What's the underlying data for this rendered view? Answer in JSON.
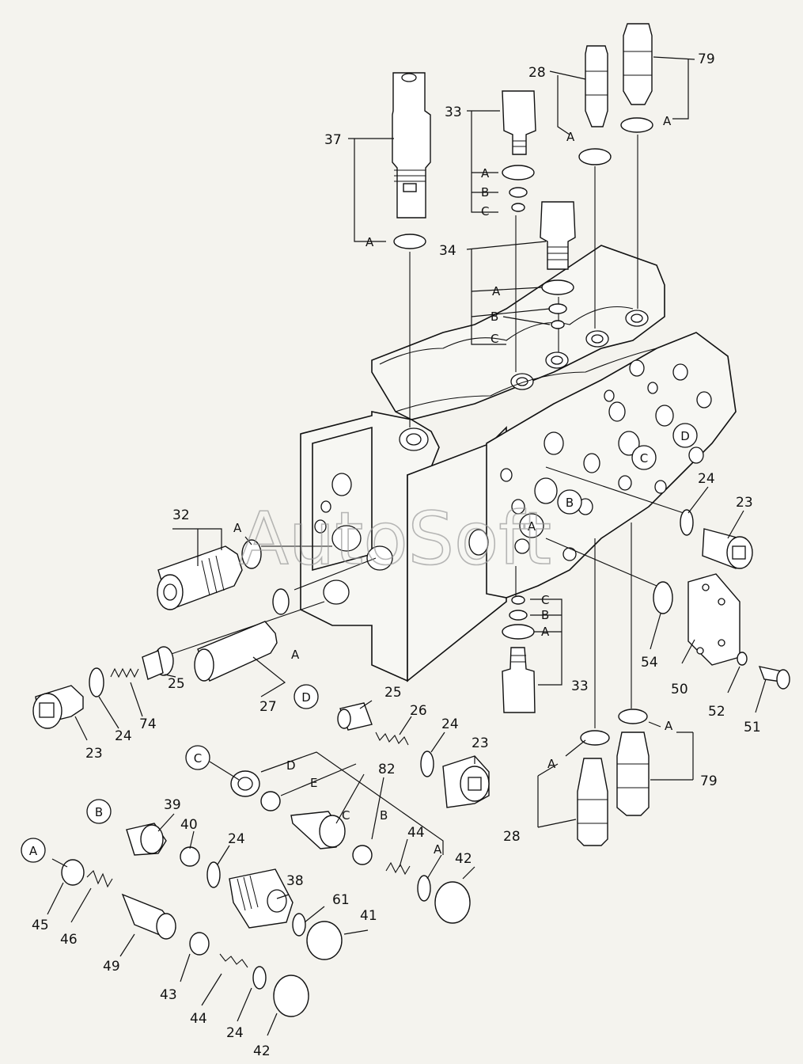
{
  "watermark": "AutoSoft",
  "part_labels": [
    {
      "id": "p37",
      "text": "37"
    },
    {
      "id": "p33a",
      "text": "33"
    },
    {
      "id": "p28a",
      "text": "28"
    },
    {
      "id": "p79a",
      "text": "79"
    },
    {
      "id": "p34",
      "text": "34"
    },
    {
      "id": "p32",
      "text": "32"
    },
    {
      "id": "p24a",
      "text": "24"
    },
    {
      "id": "p23a",
      "text": "23"
    },
    {
      "id": "p54",
      "text": "54"
    },
    {
      "id": "p50",
      "text": "50"
    },
    {
      "id": "p52",
      "text": "52"
    },
    {
      "id": "p51",
      "text": "51"
    },
    {
      "id": "p33b",
      "text": "33"
    },
    {
      "id": "p23b",
      "text": "23"
    },
    {
      "id": "p24b",
      "text": "24"
    },
    {
      "id": "p74",
      "text": "74"
    },
    {
      "id": "p25a",
      "text": "25"
    },
    {
      "id": "p27",
      "text": "27"
    },
    {
      "id": "p25b",
      "text": "25"
    },
    {
      "id": "p26",
      "text": "26"
    },
    {
      "id": "p24c",
      "text": "24"
    },
    {
      "id": "p23c",
      "text": "23"
    },
    {
      "id": "p82",
      "text": "82"
    },
    {
      "id": "p39",
      "text": "39"
    },
    {
      "id": "p40",
      "text": "40"
    },
    {
      "id": "p24d",
      "text": "24"
    },
    {
      "id": "p44a",
      "text": "44"
    },
    {
      "id": "p42a",
      "text": "42"
    },
    {
      "id": "p38",
      "text": "38"
    },
    {
      "id": "p61",
      "text": "61"
    },
    {
      "id": "p41",
      "text": "41"
    },
    {
      "id": "p45",
      "text": "45"
    },
    {
      "id": "p46",
      "text": "46"
    },
    {
      "id": "p49",
      "text": "49"
    },
    {
      "id": "p43",
      "text": "43"
    },
    {
      "id": "p44b",
      "text": "44"
    },
    {
      "id": "p24e",
      "text": "24"
    },
    {
      "id": "p42b",
      "text": "42"
    },
    {
      "id": "p28b",
      "text": "28"
    },
    {
      "id": "p79b",
      "text": "79"
    }
  ],
  "seal_labels": [
    {
      "id": "s37A",
      "text": "A"
    },
    {
      "id": "s33A",
      "text": "A"
    },
    {
      "id": "s33B",
      "text": "B"
    },
    {
      "id": "s33C",
      "text": "C"
    },
    {
      "id": "s28A",
      "text": "A"
    },
    {
      "id": "s79A",
      "text": "A"
    },
    {
      "id": "s34A",
      "text": "A"
    },
    {
      "id": "s34B",
      "text": "B"
    },
    {
      "id": "s34C",
      "text": "C"
    },
    {
      "id": "s32A",
      "text": "A"
    },
    {
      "id": "s27A",
      "text": "A"
    },
    {
      "id": "s33bC",
      "text": "C"
    },
    {
      "id": "s33bB",
      "text": "B"
    },
    {
      "id": "s33bA",
      "text": "A"
    },
    {
      "id": "s82D",
      "text": "D"
    },
    {
      "id": "s82E",
      "text": "E"
    },
    {
      "id": "s82C",
      "text": "C"
    },
    {
      "id": "s82B",
      "text": "B"
    },
    {
      "id": "s82A",
      "text": "A"
    },
    {
      "id": "s28bA",
      "text": "A"
    },
    {
      "id": "s79bA",
      "text": "A"
    }
  ],
  "circle_refs": [
    {
      "id": "cD_body",
      "text": "D"
    },
    {
      "id": "cC_body",
      "text": "C"
    },
    {
      "id": "cB_body",
      "text": "B"
    },
    {
      "id": "cA_body",
      "text": "A"
    },
    {
      "id": "cD_asm",
      "text": "D"
    },
    {
      "id": "cC_asm",
      "text": "C"
    },
    {
      "id": "cB_asm",
      "text": "B"
    },
    {
      "id": "cA_asm",
      "text": "A"
    }
  ]
}
